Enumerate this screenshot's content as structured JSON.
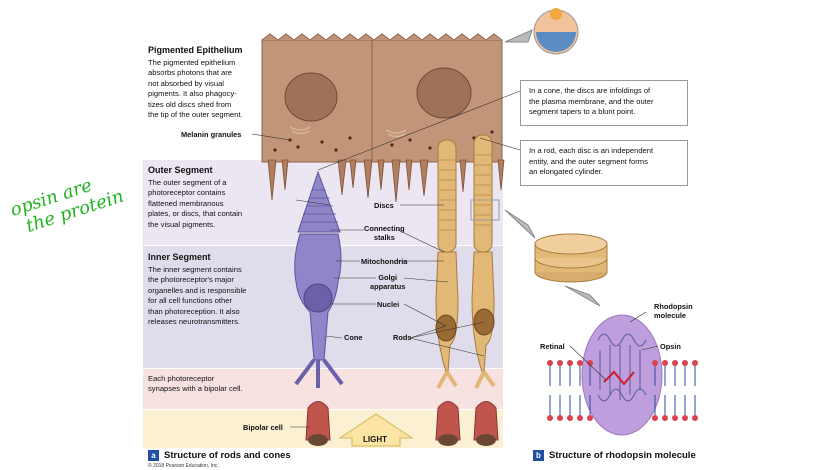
{
  "pigmented": {
    "title": "Pigmented Epithelium",
    "lines": [
      "The pigmented epithelium",
      "absorbs photons that are",
      "not absorbed by visual",
      "pigments. It also phagocy-",
      "tizes old discs shed from",
      "the tip of the outer segment."
    ]
  },
  "outer": {
    "title": "Outer Segment",
    "lines": [
      "The outer segment of a",
      "photoreceptor contains",
      "flattened membranous",
      "plates, or discs, that contain",
      "the visual pigments."
    ]
  },
  "inner": {
    "title": "Inner Segment",
    "lines": [
      "The inner segment contains",
      "the photoreceptor's major",
      "organelles and is responsible",
      "for all cell functions other",
      "than photoreception. It also",
      "releases neurotransmitters."
    ]
  },
  "synapse": {
    "lines": [
      "Each photoreceptor",
      "synapses with a bipolar cell."
    ]
  },
  "labels": {
    "melanin": "Melanin granules",
    "discs": "Discs",
    "connecting_1": "Connecting",
    "connecting_2": "stalks",
    "mitochondria": "Mitochondria",
    "golgi_1": "Golgi",
    "golgi_2": "apparatus",
    "nuclei": "Nuclei",
    "cone": "Cone",
    "rods": "Rods",
    "bipolar": "Bipolar cell",
    "light": "LIGHT",
    "rhodopsin_1": "Rhodopsin",
    "rhodopsin_2": "molecule",
    "retinal": "Retinal",
    "opsin": "Opsin"
  },
  "callouts": {
    "cone": [
      "In a cone, the discs are infoldings of",
      "the plasma membrane, and the outer",
      "segment tapers to a blunt point."
    ],
    "rod": [
      "In a rod, each disc is an independent",
      "entity, and the outer segment forms",
      "an elongated cylinder."
    ]
  },
  "figures": {
    "a_tag": "a",
    "a_title": "Structure of rods and cones",
    "b_tag": "b",
    "b_title": "Structure of rhodopsin molecule",
    "copyright": "© 2018 Pearson Education, Inc."
  },
  "annotation": {
    "line1": "opsin are",
    "line2": "the protein"
  },
  "colors": {
    "outer_band": "#ebe6f2",
    "inner_band": "#e1dcec",
    "synapse_band": "#f7e1e1",
    "bipolar_band": "#fbf0d2",
    "rod": "#e2b877",
    "cone": "#8f86c9",
    "epithelium": "#c39578",
    "annotation": "#1fb31f"
  }
}
